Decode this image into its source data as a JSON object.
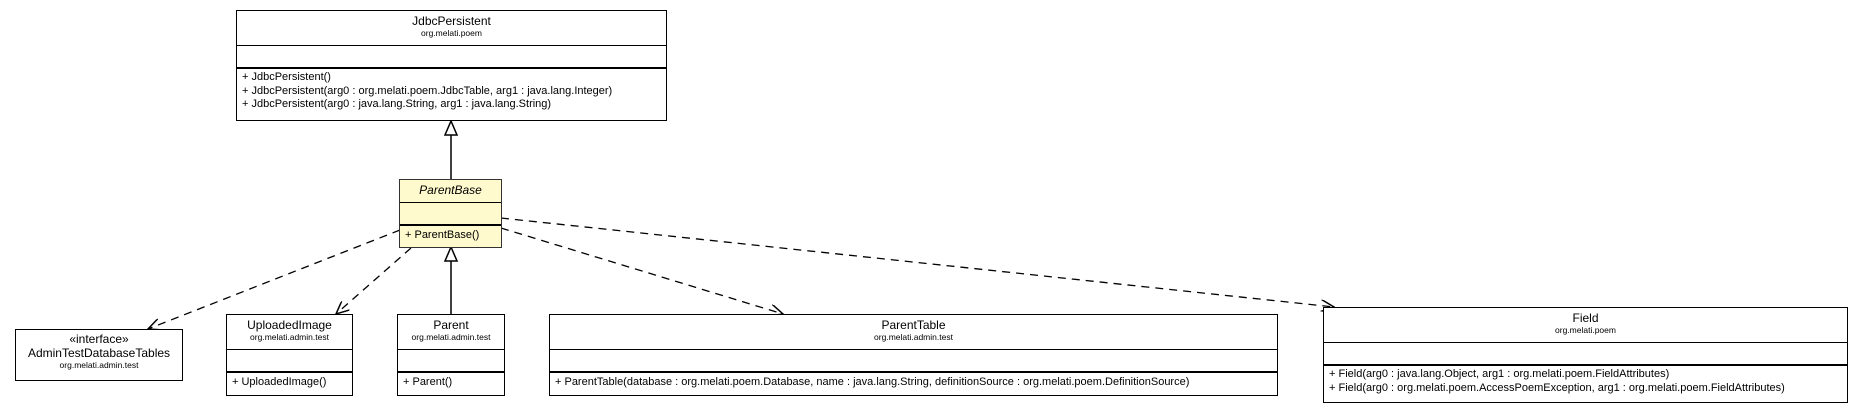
{
  "diagram": {
    "type": "uml-class-diagram",
    "focus_class": "ParentBase",
    "colors": {
      "focus_fill": "#fffacd",
      "default_fill": "#ffffff",
      "line": "#000000"
    },
    "classes": {
      "jdbc_persistent": {
        "name": "JdbcPersistent",
        "package": "org.melati.poem",
        "operations": [
          "+ JdbcPersistent()",
          "+ JdbcPersistent(arg0 : org.melati.poem.JdbcTable, arg1 : java.lang.Integer)",
          "+ JdbcPersistent(arg0 : java.lang.String, arg1 : java.lang.String)"
        ]
      },
      "parent_base": {
        "name": "ParentBase",
        "abstract": true,
        "operations": [
          "+ ParentBase()"
        ]
      },
      "admin_test_database_tables": {
        "stereotype": "«interface»",
        "name": "AdminTestDatabaseTables",
        "package": "org.melati.admin.test"
      },
      "uploaded_image": {
        "name": "UploadedImage",
        "package": "org.melati.admin.test",
        "operations": [
          "+ UploadedImage()"
        ]
      },
      "parent": {
        "name": "Parent",
        "package": "org.melati.admin.test",
        "operations": [
          "+ Parent()"
        ]
      },
      "parent_table": {
        "name": "ParentTable",
        "package": "org.melati.admin.test",
        "operations": [
          "+ ParentTable(database : org.melati.poem.Database, name : java.lang.String, definitionSource : org.melati.poem.DefinitionSource)"
        ]
      },
      "field": {
        "name": "Field",
        "package": "org.melati.poem",
        "operations": [
          "+ Field(arg0 : java.lang.Object, arg1 : org.melati.poem.FieldAttributes)",
          "+ Field(arg0 : org.melati.poem.AccessPoemException, arg1 : org.melati.poem.FieldAttributes)"
        ]
      }
    },
    "relationships": [
      {
        "type": "generalization",
        "from": "ParentBase",
        "to": "JdbcPersistent"
      },
      {
        "type": "generalization",
        "from": "Parent",
        "to": "ParentBase"
      },
      {
        "type": "dependency",
        "from": "ParentBase",
        "to": "AdminTestDatabaseTables"
      },
      {
        "type": "dependency",
        "from": "ParentBase",
        "to": "UploadedImage"
      },
      {
        "type": "dependency",
        "from": "ParentBase",
        "to": "ParentTable"
      },
      {
        "type": "dependency",
        "from": "ParentBase",
        "to": "Field"
      }
    ]
  }
}
